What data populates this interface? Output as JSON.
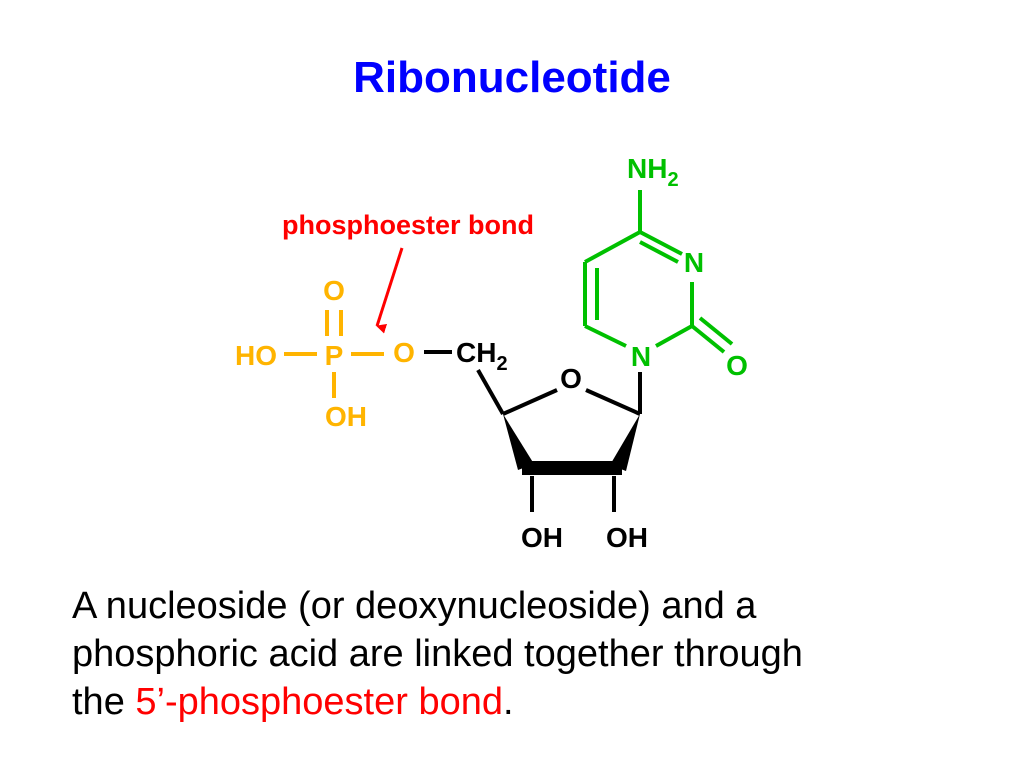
{
  "title": "Ribonucleotide",
  "colors": {
    "title": "#0000ff",
    "phosphate": "#ffb400",
    "base": "#00c000",
    "sugar": "#000000",
    "annotation": "#ff0000"
  },
  "annotation": {
    "label": "phosphoester bond"
  },
  "phosphate": {
    "o_top": "O",
    "p": "P",
    "ho": "HO",
    "o_link": "O",
    "oh": "OH"
  },
  "sugar": {
    "ch2": "CH",
    "ch2_sub": "2",
    "ring_o": "O",
    "oh_left": "OH",
    "oh_right": "OH"
  },
  "base": {
    "nh2": "NH",
    "nh2_sub": "2",
    "n_top": "N",
    "n_bottom": "N",
    "o_carbonyl": "O"
  },
  "caption": {
    "line1": "A nucleoside (or deoxynucleoside) and a",
    "line2": "phosphoric acid are linked together through",
    "line3_prefix": "the ",
    "line3_highlight": "5’-phosphoester bond",
    "line3_suffix": "."
  }
}
